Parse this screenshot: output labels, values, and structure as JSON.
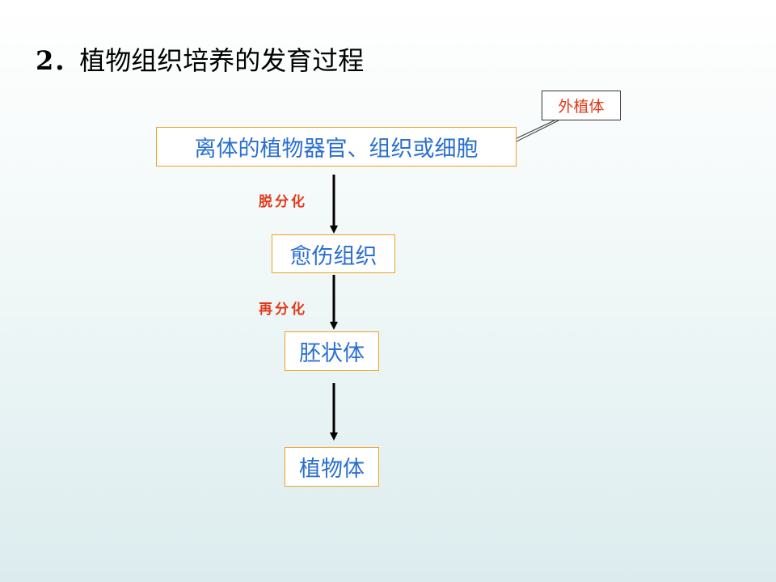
{
  "title": {
    "number": "2．",
    "text": "植物组织培养的发育过程"
  },
  "callout": {
    "label": "外植体"
  },
  "nodes": [
    {
      "label": "离体的植物器官、组织或细胞"
    },
    {
      "label": "愈伤组织"
    },
    {
      "label": "胚状体"
    },
    {
      "label": "植物体"
    }
  ],
  "steps": [
    {
      "label": "脱分化"
    },
    {
      "label": "再分化"
    }
  ],
  "colors": {
    "node_text": "#2a6fd0",
    "node_border": "#f0a020",
    "step_text": "#e23a1a",
    "callout_text": "#e03a1a",
    "arrow": "#000000"
  }
}
